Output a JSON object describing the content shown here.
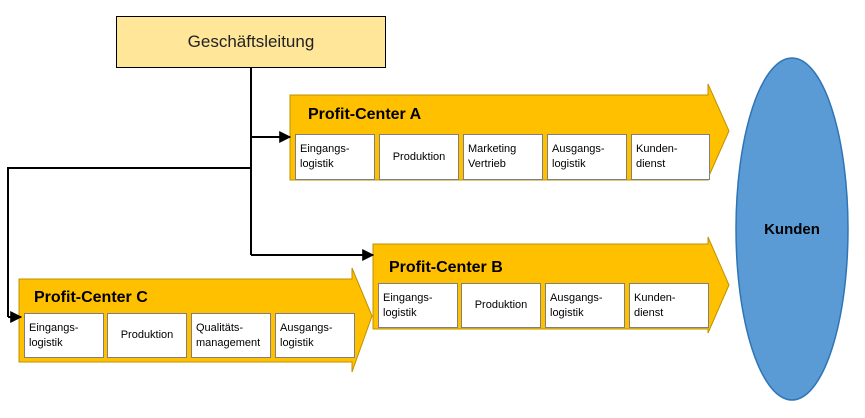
{
  "management": {
    "label": "Geschäftsleitung"
  },
  "customers": {
    "label": "Kunden"
  },
  "profit_centers": [
    {
      "title": "Profit-Center A",
      "activities": [
        "Eingangs-\nlogistik",
        "Produktion",
        "Marketing\nVertrieb",
        "Ausgangs-\nlogistik",
        "Kunden-\ndienst"
      ]
    },
    {
      "title": "Profit-Center B",
      "activities": [
        "Eingangs-\nlogistik",
        "Produktion",
        "Ausgangs-\nlogistik",
        "Kunden-\ndienst"
      ]
    },
    {
      "title": "Profit-Center C",
      "activities": [
        "Eingangs-\nlogistik",
        "Produktion",
        "Qualitäts-\nmanagement",
        "Ausgangs-\nlogistik"
      ]
    }
  ],
  "colors": {
    "arrow_fill": "#ffc000",
    "arrow_stroke": "#bf9000",
    "management_fill": "#ffe699",
    "customers_fill": "#5b9bd5",
    "customers_stroke": "#2e75b6"
  }
}
